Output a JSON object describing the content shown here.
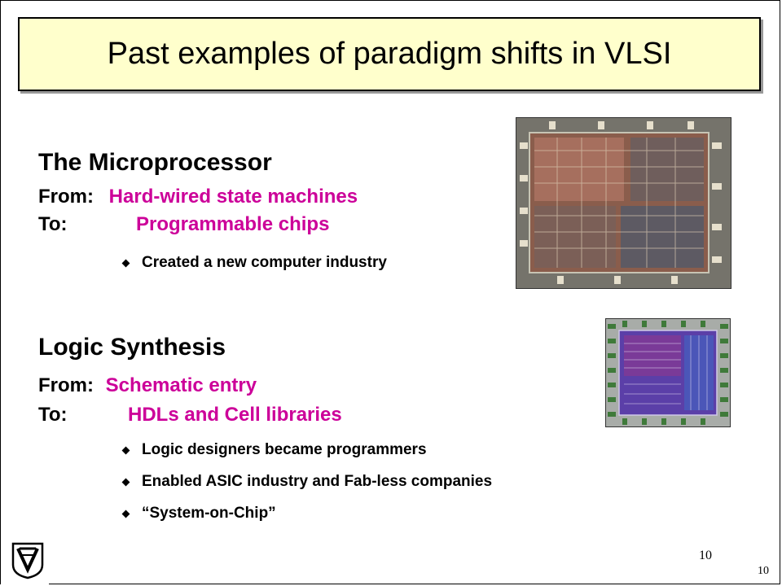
{
  "title": "Past examples of paradigm shifts in VLSI",
  "section1": {
    "heading": "The Microprocessor",
    "from_label": "From:",
    "from_value": "Hard-wired state machines",
    "to_label": "To:",
    "to_value": "Programmable chips",
    "bullets": [
      "Created a new computer industry"
    ]
  },
  "section2": {
    "heading": "Logic Synthesis",
    "from_label": "From:",
    "from_value": "Schematic entry",
    "to_label": "To:",
    "to_value": "HDLs and Cell libraries",
    "bullets": [
      "Logic designers became programmers",
      "Enabled ASIC industry and Fab-less companies",
      "“System-on-Chip”"
    ]
  },
  "colors": {
    "accent": "#cc0099",
    "title_bg": "#ffffcc"
  },
  "footer": {
    "page_number_main": "10",
    "page_number_corner": "10"
  }
}
